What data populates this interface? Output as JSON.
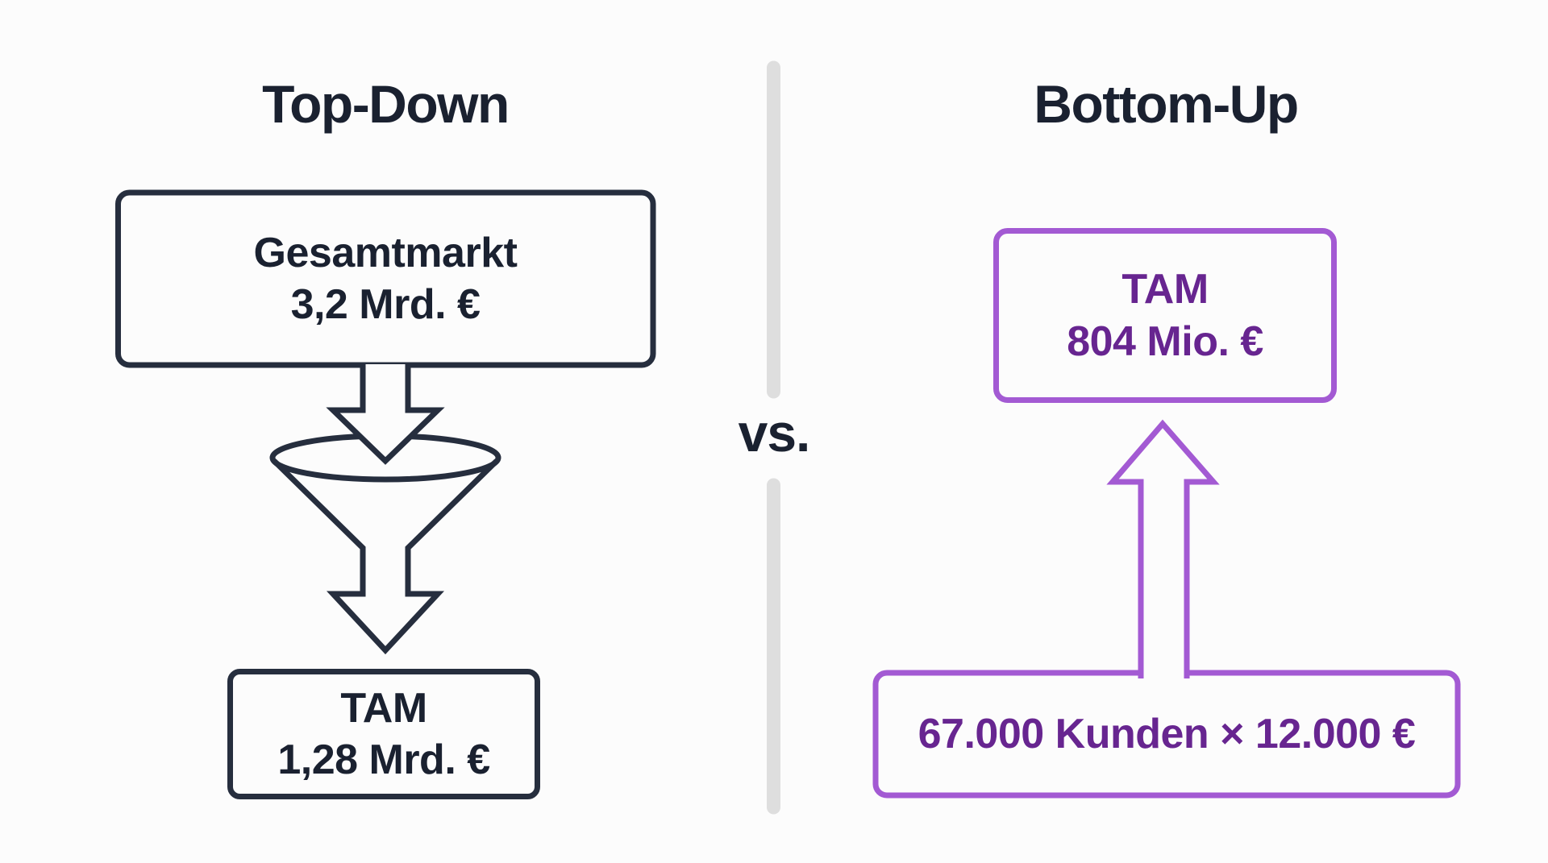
{
  "diagram": {
    "left_column": {
      "title": "Top-Down",
      "market_box": {
        "line1": "Gesamtmarkt",
        "line2": "3,2 Mrd. €"
      },
      "tam_box": {
        "line1": "TAM",
        "line2": "1,28 Mrd. €"
      }
    },
    "divider": {
      "label": "vs."
    },
    "right_column": {
      "title": "Bottom-Up",
      "tam_box": {
        "line1": "TAM",
        "line2": "804 Mio. €"
      },
      "calc_box": {
        "label": "67.000 Kunden × 12.000 €"
      }
    },
    "colors": {
      "dark_text": "#1a2130",
      "dark_stroke": "#262e3e",
      "purple_text": "#672590",
      "purple_stroke": "#a35ad3",
      "divider_gray": "#dedede",
      "background": "#fcfcfc"
    }
  }
}
